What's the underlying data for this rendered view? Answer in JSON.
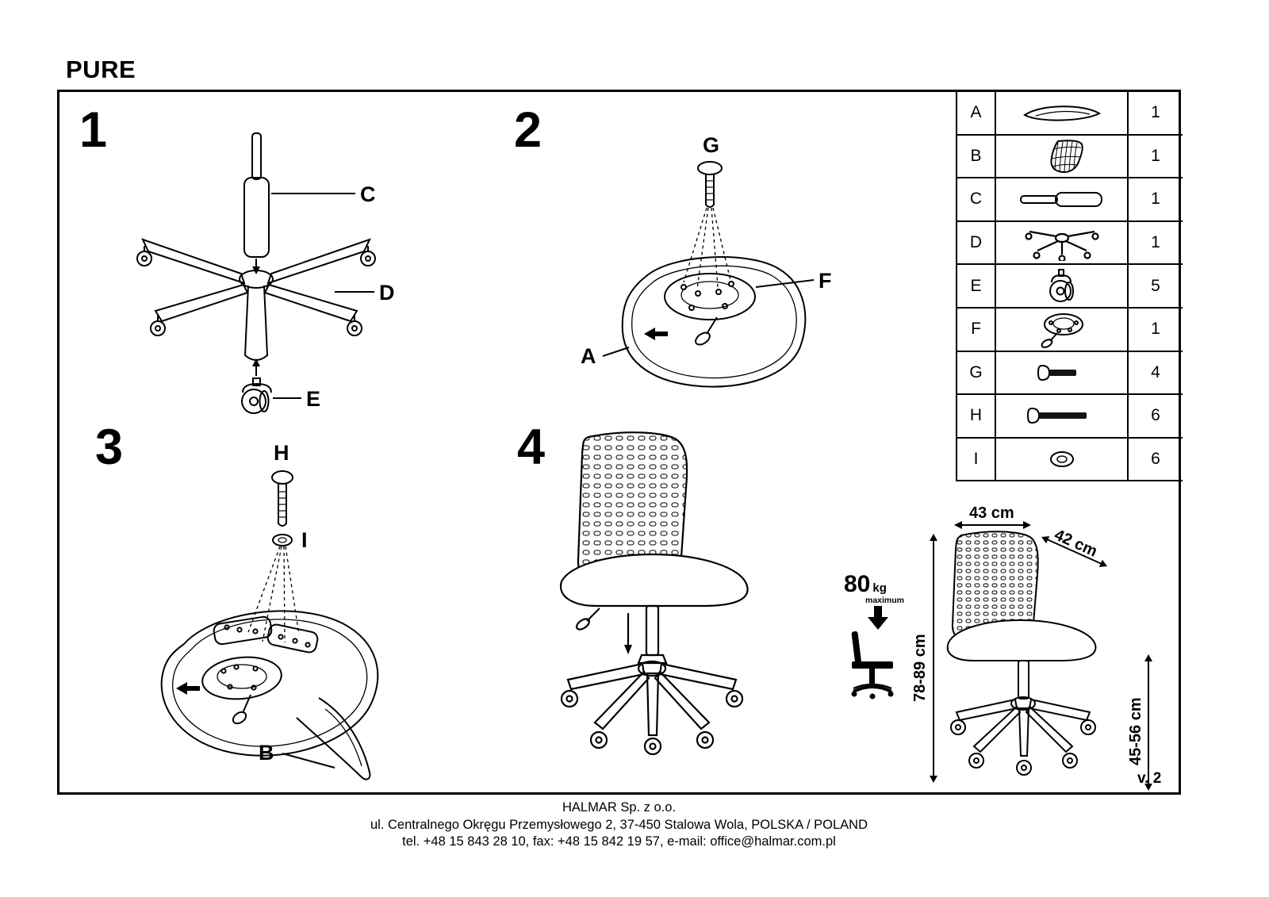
{
  "title": "PURE",
  "steps": [
    {
      "number": "1",
      "labels": {
        "c": "C",
        "d": "D",
        "e": "E"
      }
    },
    {
      "number": "2",
      "labels": {
        "g": "G",
        "f": "F",
        "a": "A"
      }
    },
    {
      "number": "3",
      "labels": {
        "h": "H",
        "i": "I",
        "b": "B"
      }
    },
    {
      "number": "4",
      "labels": {}
    }
  ],
  "parts_table": {
    "rows": [
      {
        "letter": "A",
        "icon": "seat",
        "qty": "1"
      },
      {
        "letter": "B",
        "icon": "backrest",
        "qty": "1"
      },
      {
        "letter": "C",
        "icon": "gas-lift",
        "qty": "1"
      },
      {
        "letter": "D",
        "icon": "five-star-base",
        "qty": "1"
      },
      {
        "letter": "E",
        "icon": "caster",
        "qty": "5"
      },
      {
        "letter": "F",
        "icon": "swivel-mechanism",
        "qty": "1"
      },
      {
        "letter": "G",
        "icon": "screw-short",
        "qty": "4"
      },
      {
        "letter": "H",
        "icon": "screw-long",
        "qty": "6"
      },
      {
        "letter": "I",
        "icon": "washer",
        "qty": "6"
      }
    ]
  },
  "dimensions": {
    "width": "43 cm",
    "depth": "42 cm",
    "height": "78-89 cm",
    "seat_height": "45-56 cm",
    "max_load_value": "80",
    "max_load_unit": "kg",
    "max_load_note": "maximum"
  },
  "version": "v. 2",
  "footer": {
    "line1": "HALMAR Sp. z o.o.",
    "line2": "ul. Centralnego Okręgu Przemysłowego 2, 37-450 Stalowa Wola, POLSKA / POLAND",
    "line3": "tel. +48 15 843 28 10, fax: +48 15 842 19 57, e-mail: office@halmar.com.pl"
  }
}
